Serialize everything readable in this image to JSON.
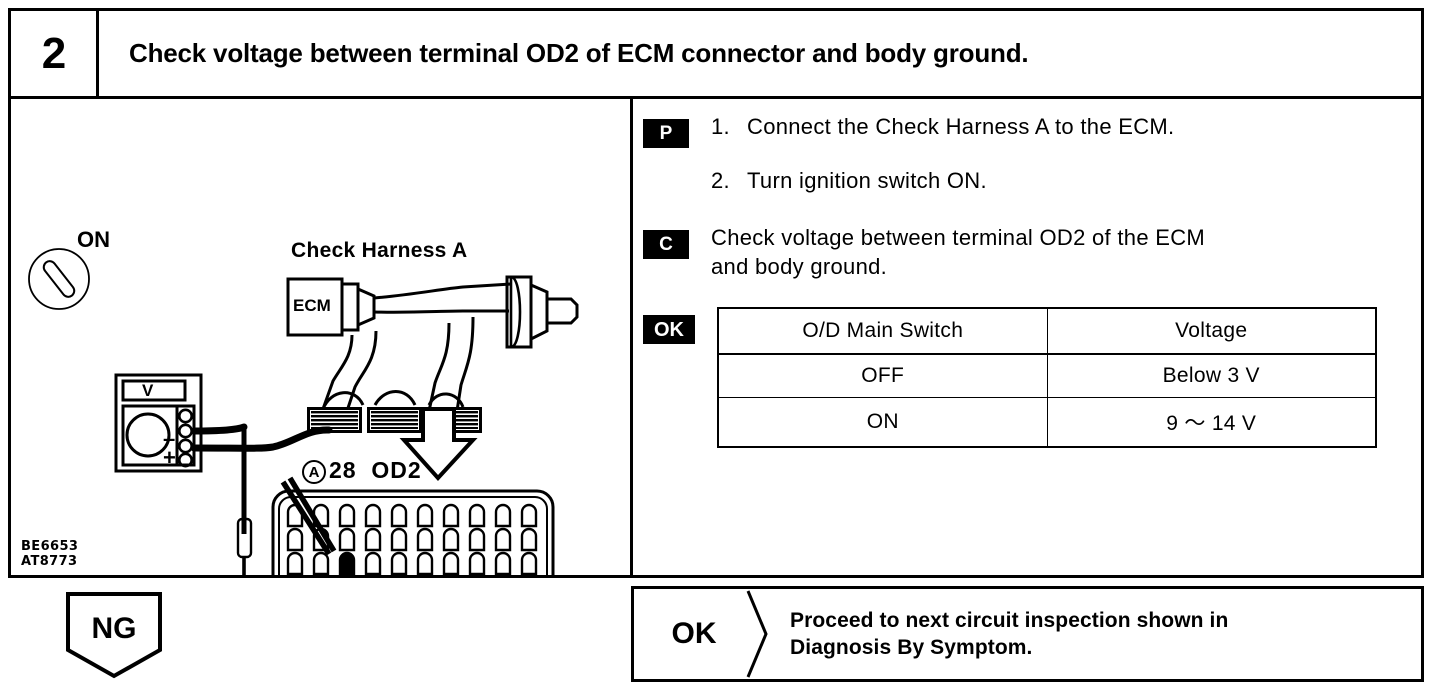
{
  "header": {
    "step_number": "2",
    "title": "Check voltage between terminal OD2 of ECM connector and body ground."
  },
  "left_panel": {
    "figure_codes": "BE6653\nAT8773",
    "figure_code_1": "BE6653",
    "figure_code_2": "AT8773",
    "labels": {
      "ignition_on": "ON",
      "check_harness": "Check Harness A",
      "ecm_box": "ECM",
      "meter_display": "V",
      "meter_plus": "+",
      "meter_minus": "–",
      "connector_marker": "A",
      "terminal_number": "28",
      "terminal_name": "OD2"
    },
    "connector": {
      "rows": 4,
      "cols": 10,
      "highlighted_row": 3,
      "highlighted_col": 3
    }
  },
  "right_panel": {
    "prepare_badge": "P",
    "check_badge": "C",
    "ok_badge": "OK",
    "steps": [
      {
        "num": "1.",
        "text": "Connect the Check Harness A to the ECM."
      },
      {
        "num": "2.",
        "text": "Turn ignition switch ON."
      }
    ],
    "check_text_line1": "Check voltage between terminal OD2 of the ECM",
    "check_text_line2": "and body ground.",
    "spec_table": {
      "headers": [
        "O/D Main Switch",
        "Voltage"
      ],
      "rows": [
        [
          "OFF",
          "Below 3 V"
        ],
        [
          "ON",
          "9 ～ 14 V"
        ]
      ]
    }
  },
  "bottom": {
    "ng_label": "NG",
    "ok_label": "OK",
    "ok_text_line1": "Proceed to next circuit inspection shown in",
    "ok_text_line2": "Diagnosis By Symptom."
  }
}
